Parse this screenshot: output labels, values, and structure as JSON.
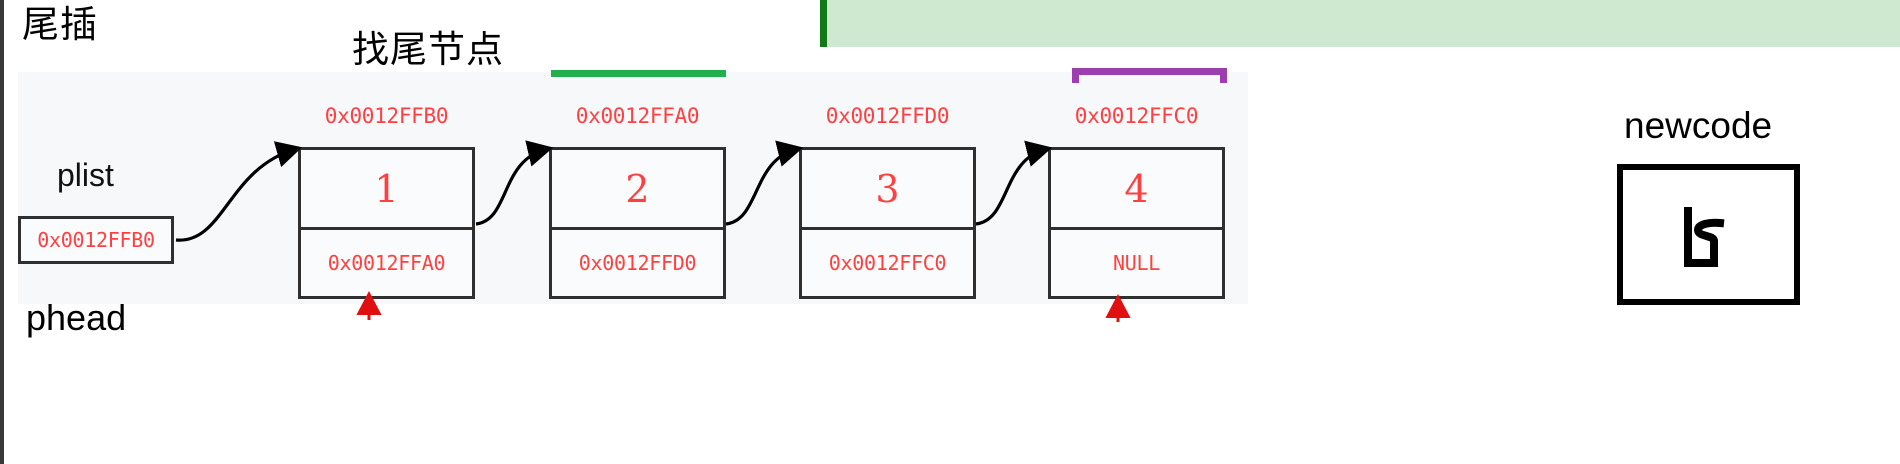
{
  "headings": {
    "tail_insert": "尾插",
    "find_tail_node": "找尾节点",
    "phead": "phead"
  },
  "colors": {
    "address_text": "#ff4040",
    "node_border": "#2f2f2f",
    "panel_bg": "#f6f8fa",
    "highlight_band": "#cee9d0",
    "highlight_bar": "#117a16",
    "underline_green": "#22b04f",
    "underline_purple": "#9c3fae"
  },
  "pointer_variable": {
    "label": "plist",
    "value": "0x0012FFB0"
  },
  "linked_list": {
    "nodes": [
      {
        "address": "0x0012FFB0",
        "value": "1",
        "next": "0x0012FFA0"
      },
      {
        "address": "0x0012FFA0",
        "value": "2",
        "next": "0x0012FFD0"
      },
      {
        "address": "0x0012FFD0",
        "value": "3",
        "next": "0x0012FFC0"
      },
      {
        "address": "0x0012FFC0",
        "value": "4",
        "next": "NULL"
      }
    ]
  },
  "newcode": {
    "label": "newcode",
    "content": "handwritten-stroke"
  }
}
